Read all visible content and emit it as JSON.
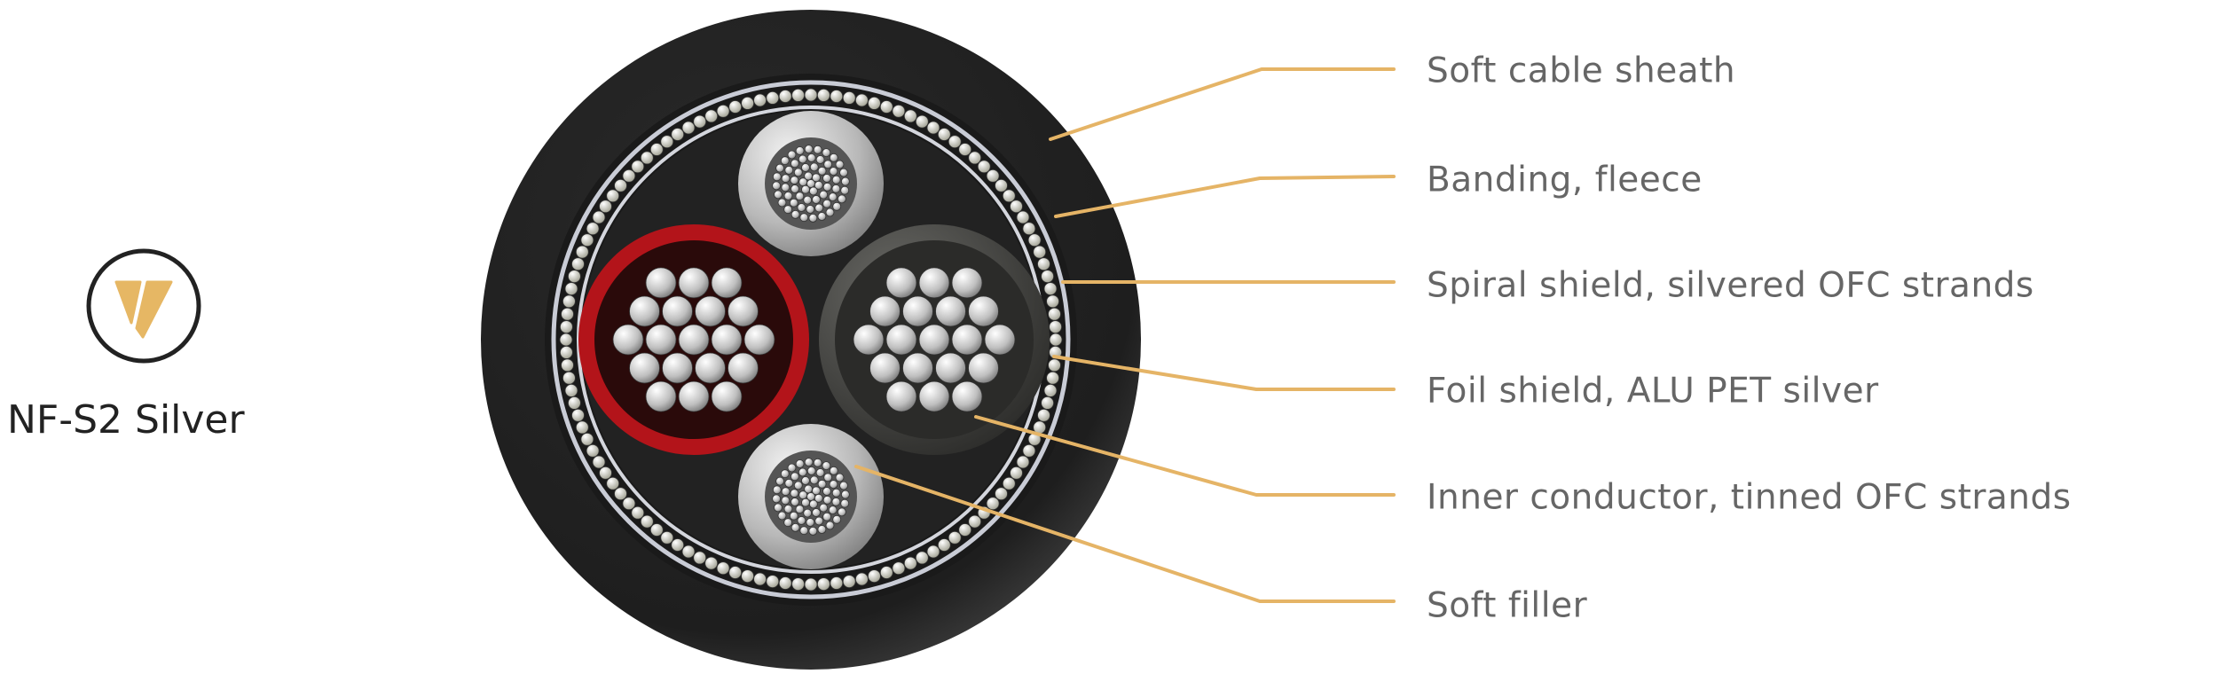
{
  "product": {
    "name": "NF-S2 Silver",
    "logo_icon": "v-monogram-circle-icon"
  },
  "colors": {
    "leader": "#e5b466",
    "label_text": "#666666",
    "logo_gold": "#e6b764",
    "sheath": "#1f1f1f",
    "red_insulation": "#c8151b"
  },
  "labels": [
    {
      "text": "Soft cable sheath"
    },
    {
      "text": "Banding, fleece"
    },
    {
      "text": "Spiral shield, silvered OFC strands"
    },
    {
      "text": "Foil shield, ALU PET silver"
    },
    {
      "text": "Inner conductor, tinned OFC strands"
    },
    {
      "text": "Soft filler"
    }
  ]
}
